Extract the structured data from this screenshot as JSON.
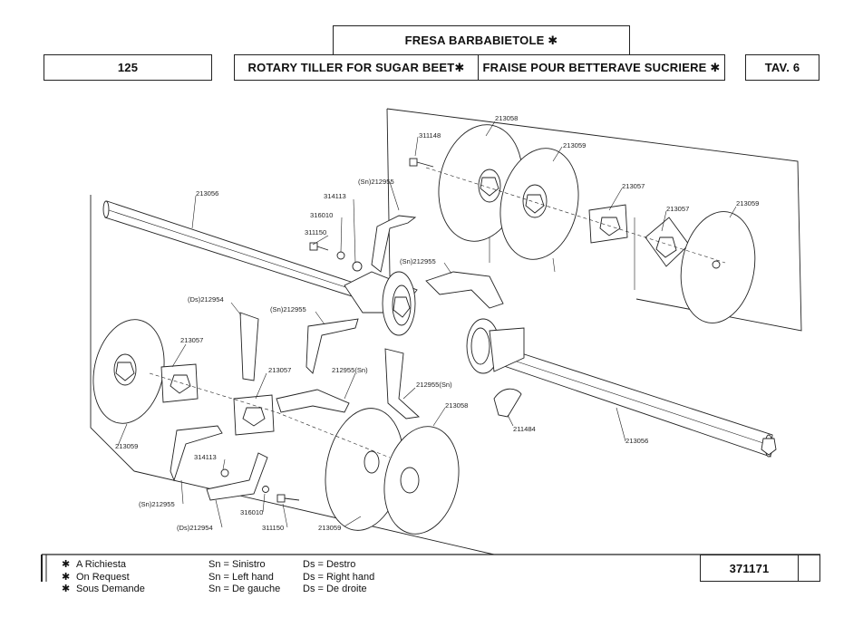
{
  "header": {
    "title_it": "FRESA BARBABIETOLE ✱",
    "page_number": "125",
    "title_en": "ROTARY TILLER FOR SUGAR BEET✱",
    "title_fr": "FRAISE POUR BETTERAVE SUCRIERE ✱",
    "table": "TAV. 6"
  },
  "diagram": {
    "labels": [
      "213058",
      "311148",
      "213059",
      "(Sn)212955",
      "314113",
      "213057",
      "213057",
      "213059",
      "213056",
      "316010",
      "311150",
      "(Sn)212955",
      "(Ds)212954",
      "(Sn)212955",
      "213057",
      "213057",
      "212955(Sn)",
      "212955(Sn)",
      "213058",
      "211484",
      "213056",
      "213059",
      "314113",
      "(Sn)212955",
      "316010",
      "(Ds)212954",
      "311150",
      "213059"
    ]
  },
  "legend": {
    "star_items": [
      "A Richiesta",
      "On Request",
      "Sous Demande"
    ],
    "sn_items": [
      "Sn = Sinistro",
      "Sn = Left hand",
      "Sn = De gauche"
    ],
    "ds_items": [
      "Ds = Destro",
      "Ds = Right hand",
      "Ds = De droite"
    ]
  },
  "footer": {
    "code": "371171"
  }
}
